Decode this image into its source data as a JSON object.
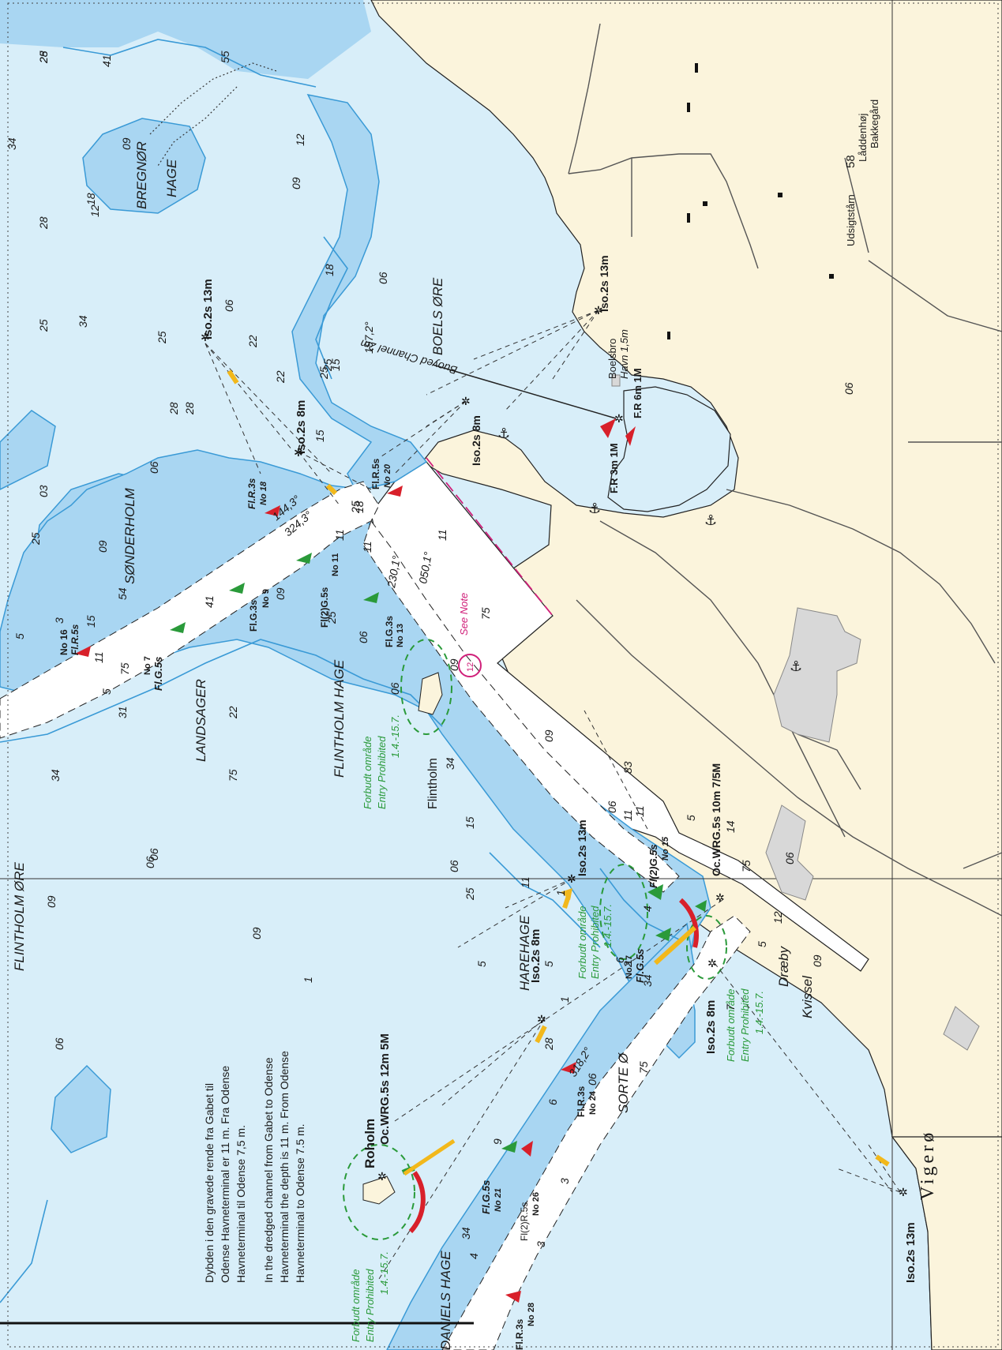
{
  "colors": {
    "deep_water": "#d8eef9",
    "shallow_water": "#a9d6f2",
    "channel": "#ffffff",
    "land": "#fbf4dc",
    "contour": "#3a9ad6",
    "light_red": "#d8202a",
    "light_green": "#2a9a3a",
    "light_yellow": "#f2b81b",
    "magenta": "#d0207a",
    "building": "#d8d8d8"
  },
  "place_names": {
    "flintholm_ore": "FLINTHOLM  ØRE",
    "bregnor_hage_1": "BREGNØR",
    "bregnor_hage_2": "HAGE",
    "sonderholm": "SØNDERHOLM",
    "landsager": "LANDSAGER",
    "flintholm_hage": "FLINTHOLM  HAGE",
    "boels_ore": "BOELS  ØRE",
    "harehage": "HAREHAGE",
    "sorte_o": "SORTE  Ø",
    "daniels_hage": "DANIELS  HAGE",
    "flintholm": "Flintholm",
    "draeby": "Dræby",
    "kvissel": "Kvissel",
    "vigero": "Vigerø",
    "udsigtstarn": "Udsigtstårn",
    "udsigtstarn_height": "58",
    "laddenhoj": "Låddenhøj",
    "bakkegard": "Bakkegård",
    "boelsbro": "Boelsbro",
    "havn": "Havn 1,5m",
    "buoyed_channel": "Buoyed Channel 2m",
    "see_note": "See Note",
    "note_number": "12",
    "roholm": "Roholm"
  },
  "lights": {
    "iso_13m_top": "Iso.2s 13m",
    "iso_8m_top": "Iso.2s 8m",
    "iso_13m_boels": "Iso.2s 13m",
    "f_r_6m": "F.R 6m 1M",
    "f_r_3m": "F.R 3m 1M",
    "iso_8m_boels": "Iso.2s 8m",
    "iso_13m_mid": "Iso.2s 13m",
    "oc_wrg_10m": "Oc.WRG.5s 10m 7/5M",
    "iso_8m_harehage": "Iso.2s 8m",
    "iso_8m_sorte": "Iso.2s 8m",
    "oc_wrg_12m": "Oc.WRG.5s 12m 5M",
    "iso_13m_vigero": "Iso.2s 13m"
  },
  "buoys": {
    "fl_r_3s_18": "Fl.R.3s",
    "no_18": "No 18",
    "fl_r_5s_20": "Fl.R.5s",
    "no_20": "No 20",
    "no_16": "No 16",
    "fl_r_5s_16": "Fl.R.5s",
    "fl_g_3s_9": "Fl.G.3s",
    "no_9": "No 9",
    "fl2_g_5s_11": "Fl(2)G.5s",
    "no_11": "No 11",
    "fl_g_3s_13": "Fl.G.3s",
    "no_13": "No 13",
    "no_7": "No 7",
    "fl_g_5s_7": "Fl.G.5s",
    "fl2_g_5s_15": "Fl(2)G.5s",
    "no_15": "No 15",
    "no_17": "No 17",
    "fl_g_5s_17": "Fl.G.5s",
    "fl_r_3s_24": "Fl.R.3s",
    "no_24": "No 24",
    "fl_g_5s_21": "Fl.G.5s",
    "no_21": "No 21",
    "fl2_r_5s_26": "Fl(2)R.5s",
    "no_26": "No 26",
    "fl_r_3s_28": "Fl.R.3s",
    "no_28": "No 28"
  },
  "bearings": {
    "b197": "197,2°",
    "b144": "144,3°",
    "b324": "324,3°",
    "b230": "230,1°",
    "b050": "050,1°",
    "b318": "318,2°"
  },
  "restricted": {
    "forbudt": "Forbudt område",
    "entry": "Entry Prohibited",
    "dates": "1.4.-15.7."
  },
  "notes": {
    "danish": [
      "Dybden  i  den  gravede  rende  fra  Gabet  til",
      "Odense  Havneterminal  er  11  m.  Fra  Odense",
      "Havneterminal til Odense 7,5 m."
    ],
    "english": [
      "In the dredged channel from Gabet to Odense",
      "Havneterminal the depth is 11 m. From Odense",
      "Havneterminal to Odense 7.5 m."
    ]
  },
  "soundings": [
    "28",
    "41",
    "34",
    "09",
    "18",
    "28",
    "25",
    "34",
    "25",
    "03",
    "25",
    "09",
    "55",
    "31",
    "34",
    "06",
    "09",
    "06",
    "28",
    "06",
    "12",
    "22",
    "25",
    "15",
    "28",
    "18",
    "06",
    "25",
    "5",
    "11",
    "75",
    "15",
    "54",
    "3",
    "5",
    "41",
    "09",
    "22",
    "25",
    "06",
    "11",
    "11",
    "11",
    "75",
    "34",
    "15",
    "06",
    "09",
    "06",
    "75",
    "14",
    "75",
    "12",
    "09",
    "06",
    "5",
    "1",
    "3",
    "9",
    "3",
    "6",
    "4",
    "1",
    "34",
    "34",
    "25",
    "28",
    "15",
    "06",
    "2",
    "4",
    "6",
    "06",
    "75",
    "11",
    "11",
    "83",
    "11",
    "25",
    "5",
    "5",
    "5",
    "7",
    "1",
    "06",
    "09",
    "09",
    "06",
    "09",
    "12",
    "18",
    "06",
    "22",
    "25"
  ]
}
